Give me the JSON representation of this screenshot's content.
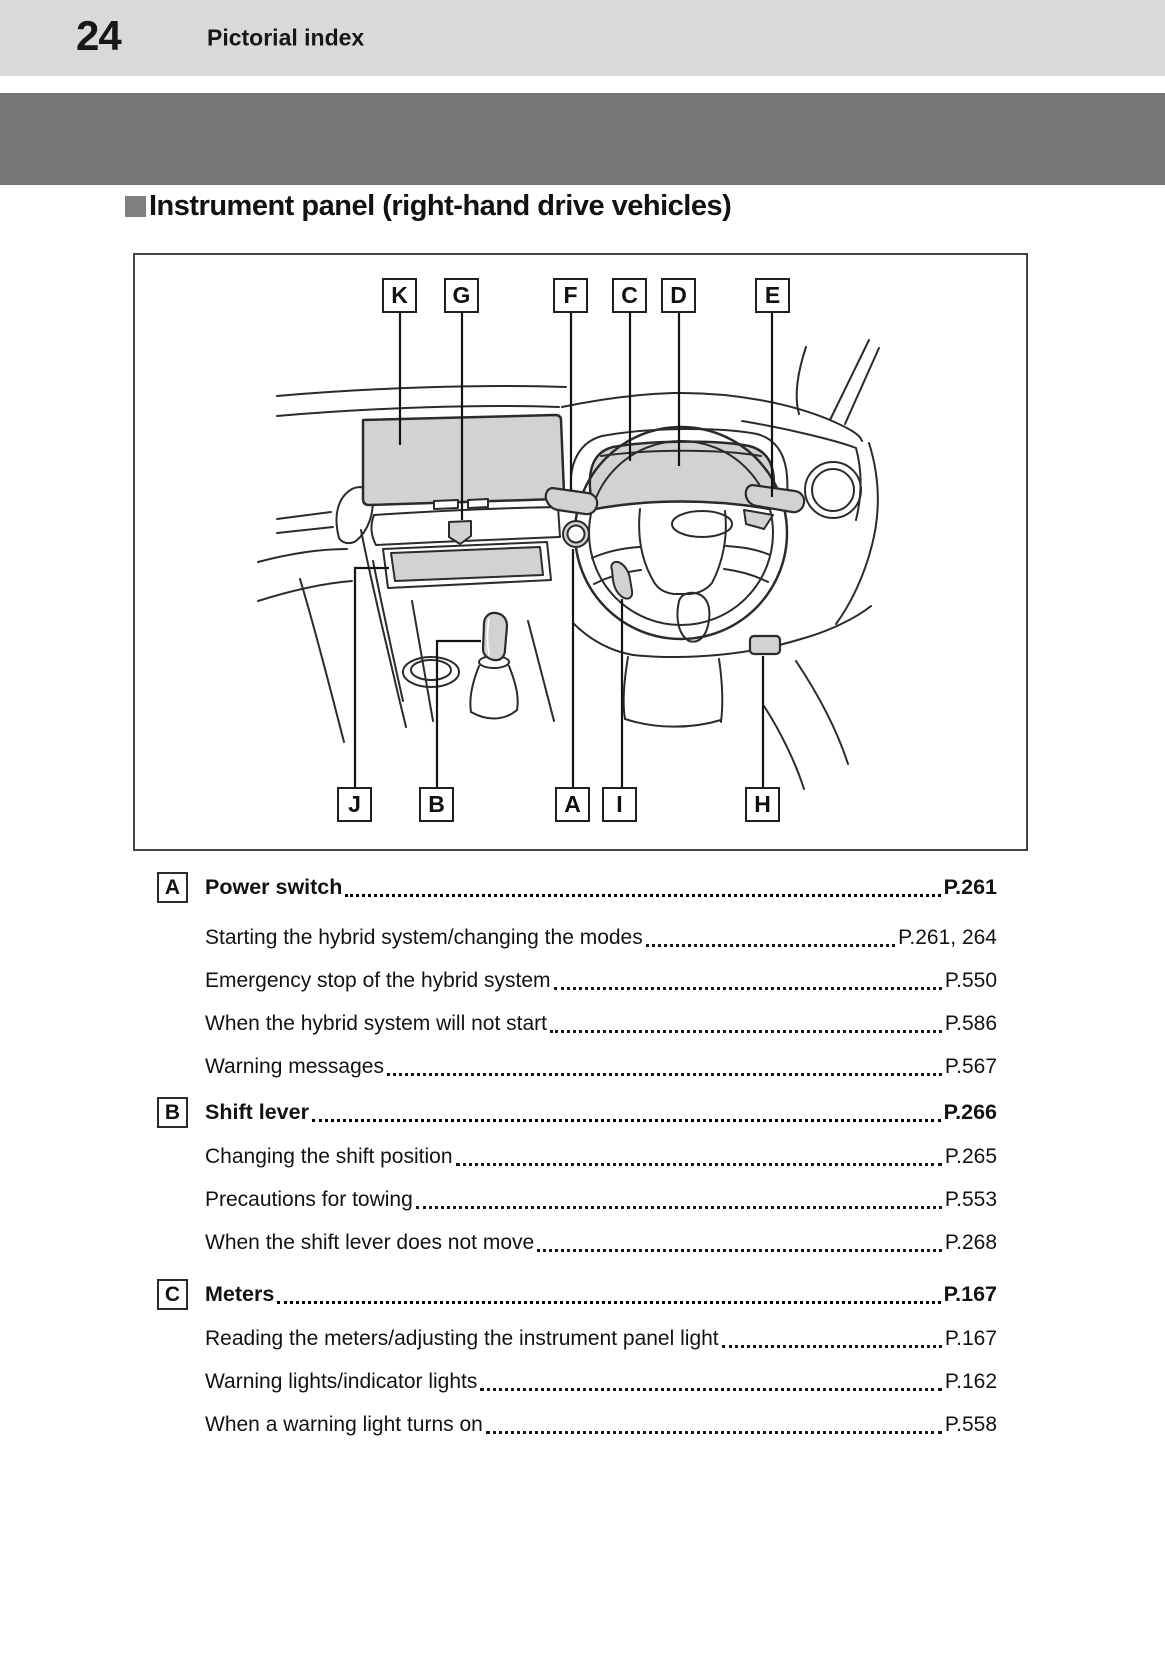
{
  "header": {
    "page_number": "24",
    "title": "Pictorial index"
  },
  "section": {
    "heading": "Instrument panel (right-hand drive vehicles)"
  },
  "diagram": {
    "callouts_top": [
      "K",
      "G",
      "F",
      "C",
      "D",
      "E"
    ],
    "callouts_bottom": [
      "J",
      "B",
      "A",
      "I",
      "H"
    ]
  },
  "index": {
    "sections": [
      {
        "letter": "A",
        "title": "Power switch",
        "page": "P.261",
        "items": [
          {
            "label": "Starting the hybrid system/changing the modes",
            "page": "P.261, 264"
          },
          {
            "label": "Emergency stop of the hybrid system",
            "page": "P.550"
          },
          {
            "label": "When the hybrid system will not start",
            "page": "P.586"
          },
          {
            "label": "Warning messages",
            "page": "P.567"
          }
        ]
      },
      {
        "letter": "B",
        "title": "Shift lever",
        "page": "P.266",
        "items": [
          {
            "label": "Changing the shift position",
            "page": "P.265"
          },
          {
            "label": "Precautions for towing",
            "page": "P.553"
          },
          {
            "label": "When the shift lever does not move",
            "page": "P.268"
          }
        ]
      },
      {
        "letter": "C",
        "title": "Meters",
        "page": "P.167",
        "items": [
          {
            "label": "Reading the meters/adjusting the instrument panel light",
            "page": "P.167"
          },
          {
            "label": "Warning lights/indicator lights",
            "page": "P.162"
          },
          {
            "label": "When a warning light turns on",
            "page": "P.558"
          }
        ]
      }
    ]
  },
  "colors": {
    "header_bar": "#d9d9d9",
    "band": "#767676",
    "bullet_square": "#7f7f7f",
    "art_gray": "#d2d2d2",
    "line": "#2b2b2b"
  }
}
